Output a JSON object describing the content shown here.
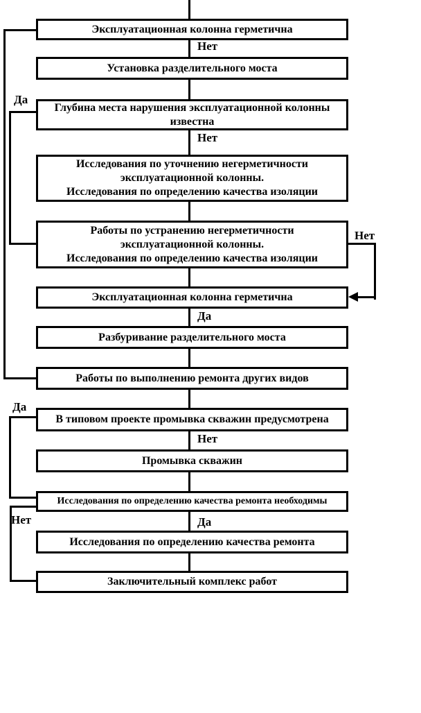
{
  "diagram": {
    "type": "flowchart",
    "language": "ru",
    "colors": {
      "line": "#000000",
      "background": "#ffffff",
      "text": "#000000"
    },
    "nodes": [
      {
        "id": 1,
        "label": "Эксплуатационная колонна герметична"
      },
      {
        "id": 2,
        "label": "Установка разделительного моста"
      },
      {
        "id": 3,
        "label": [
          "Глубина места нарушения эксплуатационной колонны",
          "известна"
        ]
      },
      {
        "id": 4,
        "label": [
          "Исследования по уточнению негерметичности",
          "эксплуатационной колонны.",
          "Исследования по определению качества изоляции"
        ]
      },
      {
        "id": 5,
        "label": [
          "Работы по устранению негерметичности",
          "эксплуатационной колонны.",
          "Исследования по определению качества изоляции"
        ]
      },
      {
        "id": 6,
        "label": "Эксплуатационная колонна герметична"
      },
      {
        "id": 7,
        "label": "Разбуривание разделительного моста"
      },
      {
        "id": 8,
        "label": "Работы по выполнению ремонта других видов"
      },
      {
        "id": 9,
        "label": "В типовом проекте промывка скважин предусмотрена"
      },
      {
        "id": 10,
        "label": "Промывка скважин"
      },
      {
        "id": 11,
        "label": "Исследования по определению качества ремонта необходимы"
      },
      {
        "id": 12,
        "label": "Исследования по определению качества ремонта"
      },
      {
        "id": 13,
        "label": "Заключительный комплекс работ"
      }
    ],
    "edges": [
      {
        "from": 0,
        "to": 1,
        "label": "",
        "side": "top"
      },
      {
        "from": 1,
        "to": 2,
        "label": "Нет",
        "side": "center"
      },
      {
        "from": 2,
        "to": 3,
        "label": "",
        "side": "center"
      },
      {
        "from": 3,
        "to": 4,
        "label": "Нет",
        "side": "center"
      },
      {
        "from": 4,
        "to": 5,
        "label": "",
        "side": "center"
      },
      {
        "from": 5,
        "to": 6,
        "label": "",
        "side": "center"
      },
      {
        "from": 6,
        "to": 7,
        "label": "Да",
        "side": "center"
      },
      {
        "from": 7,
        "to": 8,
        "label": "",
        "side": "center"
      },
      {
        "from": 8,
        "to": 9,
        "label": "",
        "side": "center"
      },
      {
        "from": 9,
        "to": 10,
        "label": "Нет",
        "side": "center"
      },
      {
        "from": 10,
        "to": 11,
        "label": "",
        "side": "center"
      },
      {
        "from": 11,
        "to": 12,
        "label": "Да",
        "side": "center"
      },
      {
        "from": 12,
        "to": 13,
        "label": "",
        "side": "center"
      },
      {
        "from": 1,
        "to": 8,
        "label": "",
        "side": "left"
      },
      {
        "from": 3,
        "to": 5,
        "label": "Да",
        "side": "left"
      },
      {
        "from": 5,
        "to": 6,
        "label": "Нет",
        "side": "right",
        "arrow": true
      },
      {
        "from": 9,
        "to": 11,
        "label": "Да",
        "side": "left"
      },
      {
        "from": 11,
        "to": 13,
        "label": "Нет",
        "side": "left"
      }
    ]
  }
}
